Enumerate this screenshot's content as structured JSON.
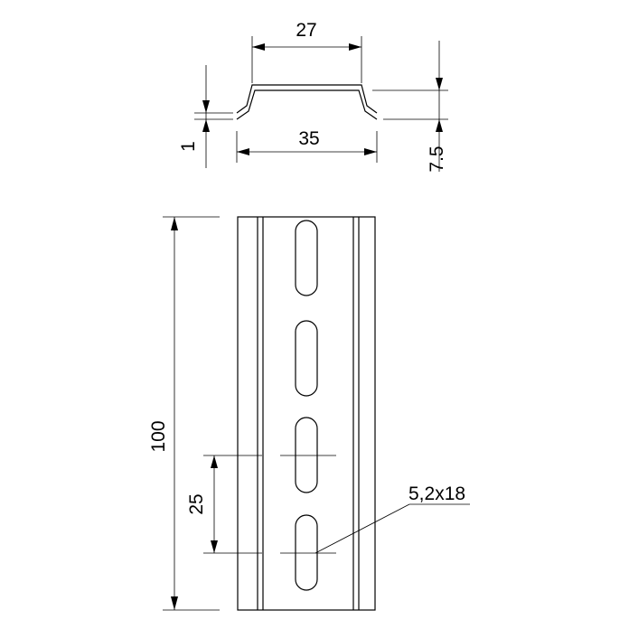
{
  "dimensions": {
    "top_width": "27",
    "base_width": "35",
    "thickness": "1",
    "height": "7.5",
    "length": "100",
    "slot_pitch": "25",
    "slot_size": "5,2x18"
  }
}
